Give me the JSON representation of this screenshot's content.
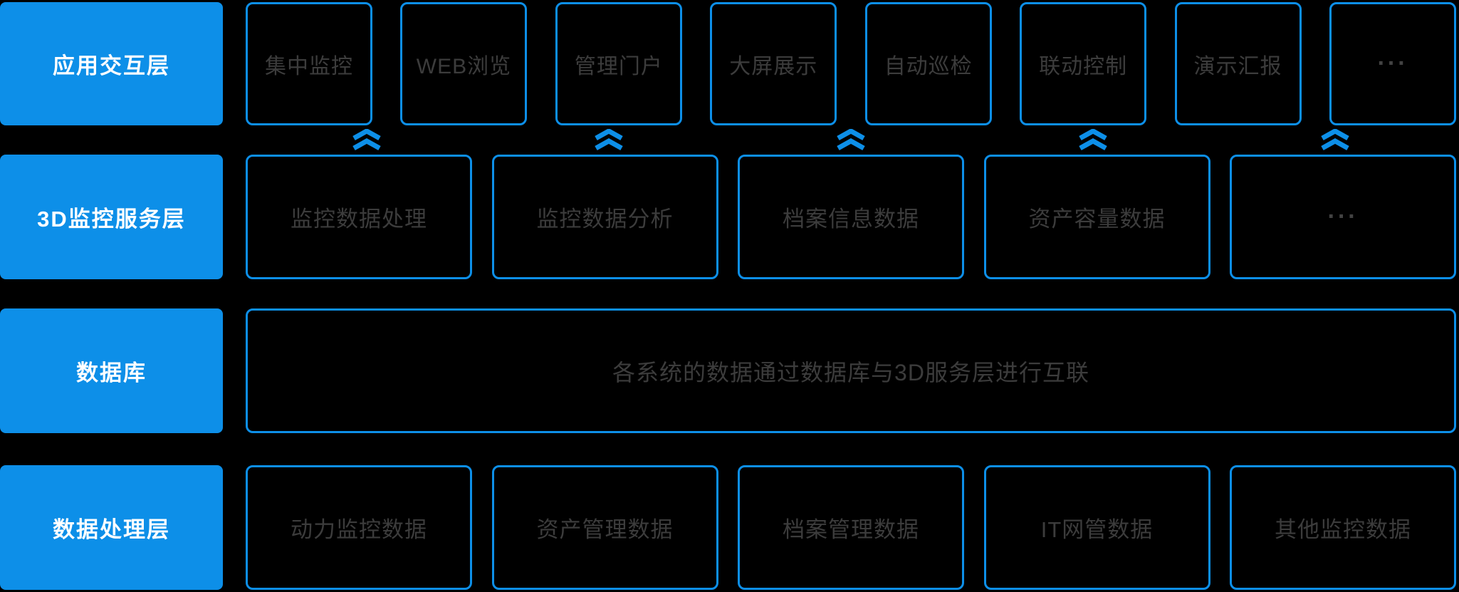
{
  "colors": {
    "background": "#000000",
    "accent_blue": "#0d8fe8",
    "box_border_blue": "#0d8fe8",
    "box_text_gray": "#3c3c3c",
    "label_text_white": "#ffffff"
  },
  "layers": [
    {
      "label": "应用交互层",
      "items": [
        "集中监控",
        "WEB浏览",
        "管理门户",
        "大屏展示",
        "自动巡检",
        "联动控制",
        "演示汇报",
        "···"
      ]
    },
    {
      "label": "3D监控服务层",
      "items": [
        "监控数据处理",
        "监控数据分析",
        "档案信息数据",
        "资产容量数据",
        "···"
      ]
    },
    {
      "label": "数据库",
      "items": [
        "各系统的数据通过数据库与3D服务层进行互联"
      ]
    },
    {
      "label": "数据处理层",
      "items": [
        "动力监控数据",
        "资产管理数据",
        "档案管理数据",
        "IT网管数据",
        "其他监控数据"
      ]
    }
  ],
  "arrows": {
    "icon": "double-chevron-up-icon",
    "direction": "up",
    "count": 5
  }
}
